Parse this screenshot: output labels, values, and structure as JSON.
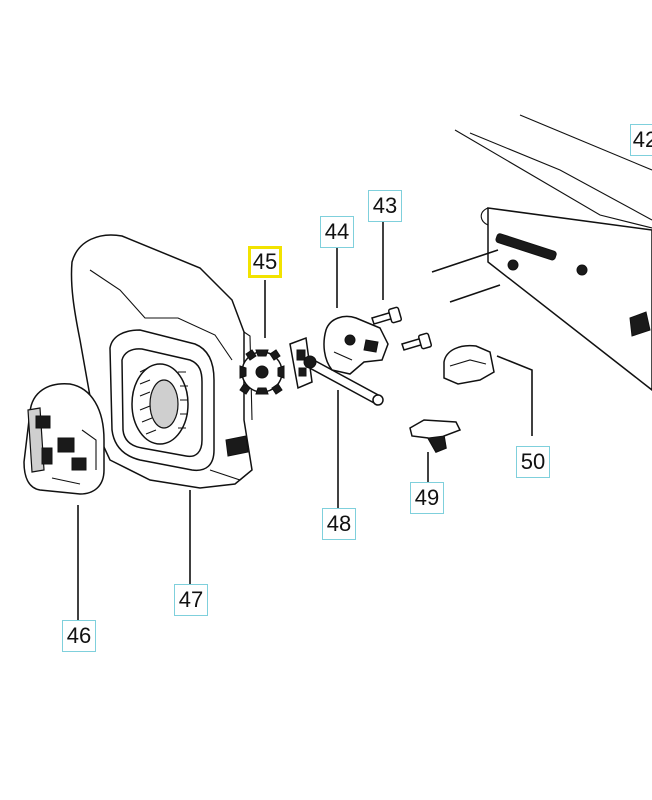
{
  "callouts": [
    {
      "id": "c42",
      "label": "42",
      "selected": false
    },
    {
      "id": "c43",
      "label": "43",
      "selected": false
    },
    {
      "id": "c44",
      "label": "44",
      "selected": false
    },
    {
      "id": "c45",
      "label": "45",
      "selected": true
    },
    {
      "id": "c46",
      "label": "46",
      "selected": false
    },
    {
      "id": "c47",
      "label": "47",
      "selected": false
    },
    {
      "id": "c48",
      "label": "48",
      "selected": false
    },
    {
      "id": "c49",
      "label": "49",
      "selected": false
    },
    {
      "id": "c50",
      "label": "50",
      "selected": false
    }
  ],
  "colors": {
    "callout_border": "#7fd0dc",
    "selected_border": "#f2e300",
    "line": "#111111"
  }
}
